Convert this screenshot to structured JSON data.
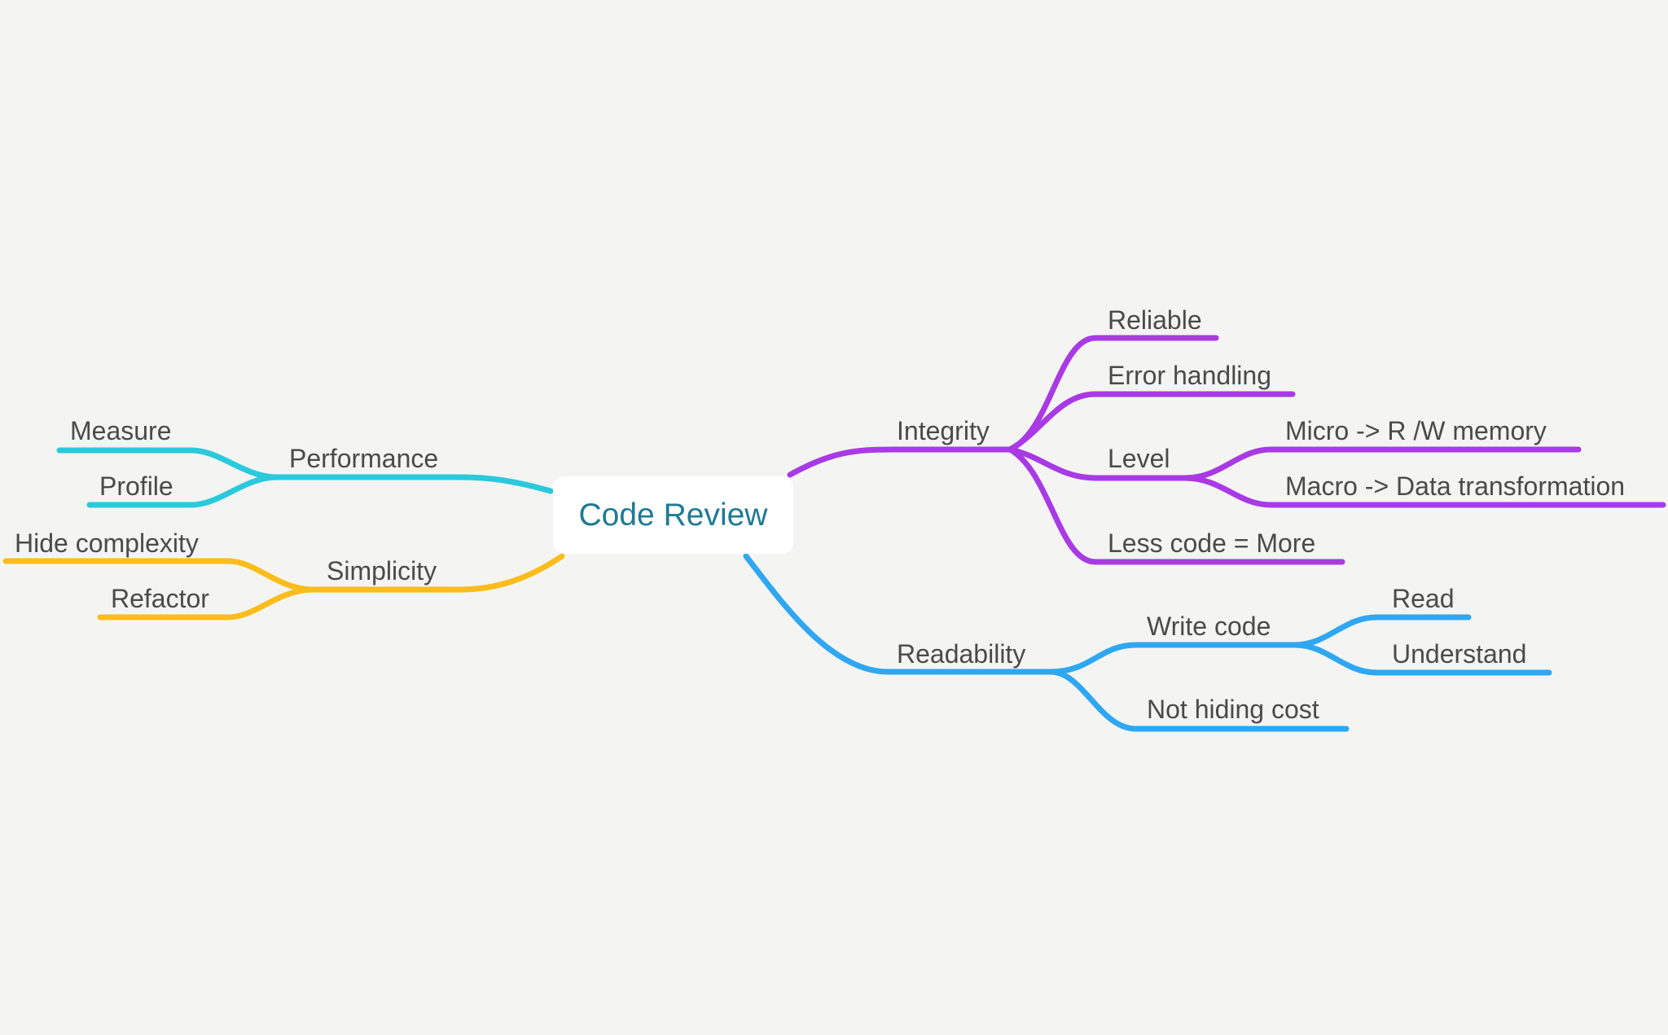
{
  "root": {
    "label": "Code Review",
    "color": "#1f7a94"
  },
  "branch_colors": {
    "performance": "#2bc9dc",
    "simplicity": "#fcbc1b",
    "integrity": "#a93ae6",
    "readability": "#2fa7f2"
  },
  "branches": {
    "performance": {
      "label": "Performance",
      "children": [
        {
          "label": "Measure"
        },
        {
          "label": "Profile"
        }
      ]
    },
    "simplicity": {
      "label": "Simplicity",
      "children": [
        {
          "label": "Hide complexity"
        },
        {
          "label": "Refactor"
        }
      ]
    },
    "integrity": {
      "label": "Integrity",
      "children": [
        {
          "label": "Reliable"
        },
        {
          "label": "Error handling"
        },
        {
          "label": "Level",
          "children": [
            {
              "label": "Micro -> R /W memory"
            },
            {
              "label": "Macro -> Data transformation"
            }
          ]
        },
        {
          "label": "Less code = More"
        }
      ]
    },
    "readability": {
      "label": "Readability",
      "children": [
        {
          "label": "Write code",
          "children": [
            {
              "label": "Read"
            },
            {
              "label": "Understand"
            }
          ]
        },
        {
          "label": "Not hiding cost"
        }
      ]
    }
  }
}
